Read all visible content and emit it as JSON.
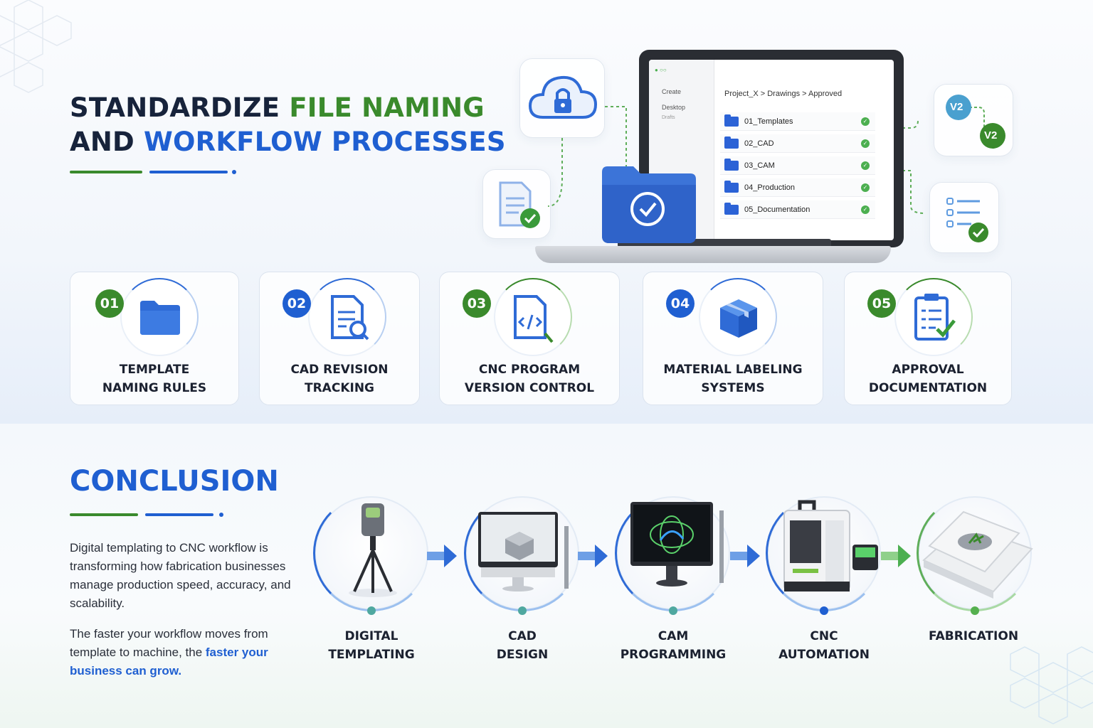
{
  "header": {
    "title_line1_a": "STANDARDIZE ",
    "title_line1_b": "FILE NAMING",
    "title_line2_a": "AND ",
    "title_line2_b": "WORKFLOW PROCESSES"
  },
  "laptop": {
    "sidebar": [
      "Create",
      "Desktop",
      "Drafts"
    ],
    "breadcrumb": "Project_X > Drawings > Approved",
    "folders": [
      "01_Templates",
      "02_CAD",
      "03_CAM",
      "04_Production",
      "05_Documentation"
    ]
  },
  "version_badges": [
    "V2",
    "V2"
  ],
  "steps": [
    {
      "num": "01",
      "line1": "TEMPLATE",
      "line2": "NAMING RULES",
      "icon": "folder-icon",
      "color": "#3a8a2c"
    },
    {
      "num": "02",
      "line1": "CAD REVISION",
      "line2": "TRACKING",
      "icon": "document-search-icon",
      "color": "#1f5fd1"
    },
    {
      "num": "03",
      "line1": "CNC PROGRAM",
      "line2": "VERSION CONTROL",
      "icon": "code-file-icon",
      "color": "#3a8a2c"
    },
    {
      "num": "04",
      "line1": "MATERIAL LABELING",
      "line2": "SYSTEMS",
      "icon": "package-box-icon",
      "color": "#1f5fd1"
    },
    {
      "num": "05",
      "line1": "APPROVAL",
      "line2": "DOCUMENTATION",
      "icon": "clipboard-check-icon",
      "color": "#3a8a2c"
    }
  ],
  "conclusion": {
    "title": "CONCLUSION",
    "para1": "Digital templating to CNC workflow is transforming how fabrication businesses manage production speed, accuracy, and scalability.",
    "para2_plain": "The faster your workflow moves from template to machine, the ",
    "para2_highlight": "faster your business can grow."
  },
  "process": [
    {
      "line1": "DIGITAL",
      "line2": "TEMPLATING",
      "icon": "tripod-scanner-icon",
      "dot_color": "#4fa8a0"
    },
    {
      "line1": "CAD",
      "line2": "DESIGN",
      "icon": "monitor-cad-icon",
      "dot_color": "#4fa8a0"
    },
    {
      "line1": "CAM",
      "line2": "PROGRAMMING",
      "icon": "cam-screen-icon",
      "dot_color": "#4fa8a0"
    },
    {
      "line1": "CNC",
      "line2": "AUTOMATION",
      "icon": "cnc-machine-icon",
      "dot_color": "#1f5fd1"
    },
    {
      "line1": "FABRICATION",
      "line2": "",
      "icon": "stone-slab-icon",
      "dot_color": "#55b04f"
    }
  ],
  "colors": {
    "brand_blue": "#1f5fd1",
    "brand_green": "#3a8a2c",
    "dark_text": "#17233b"
  }
}
